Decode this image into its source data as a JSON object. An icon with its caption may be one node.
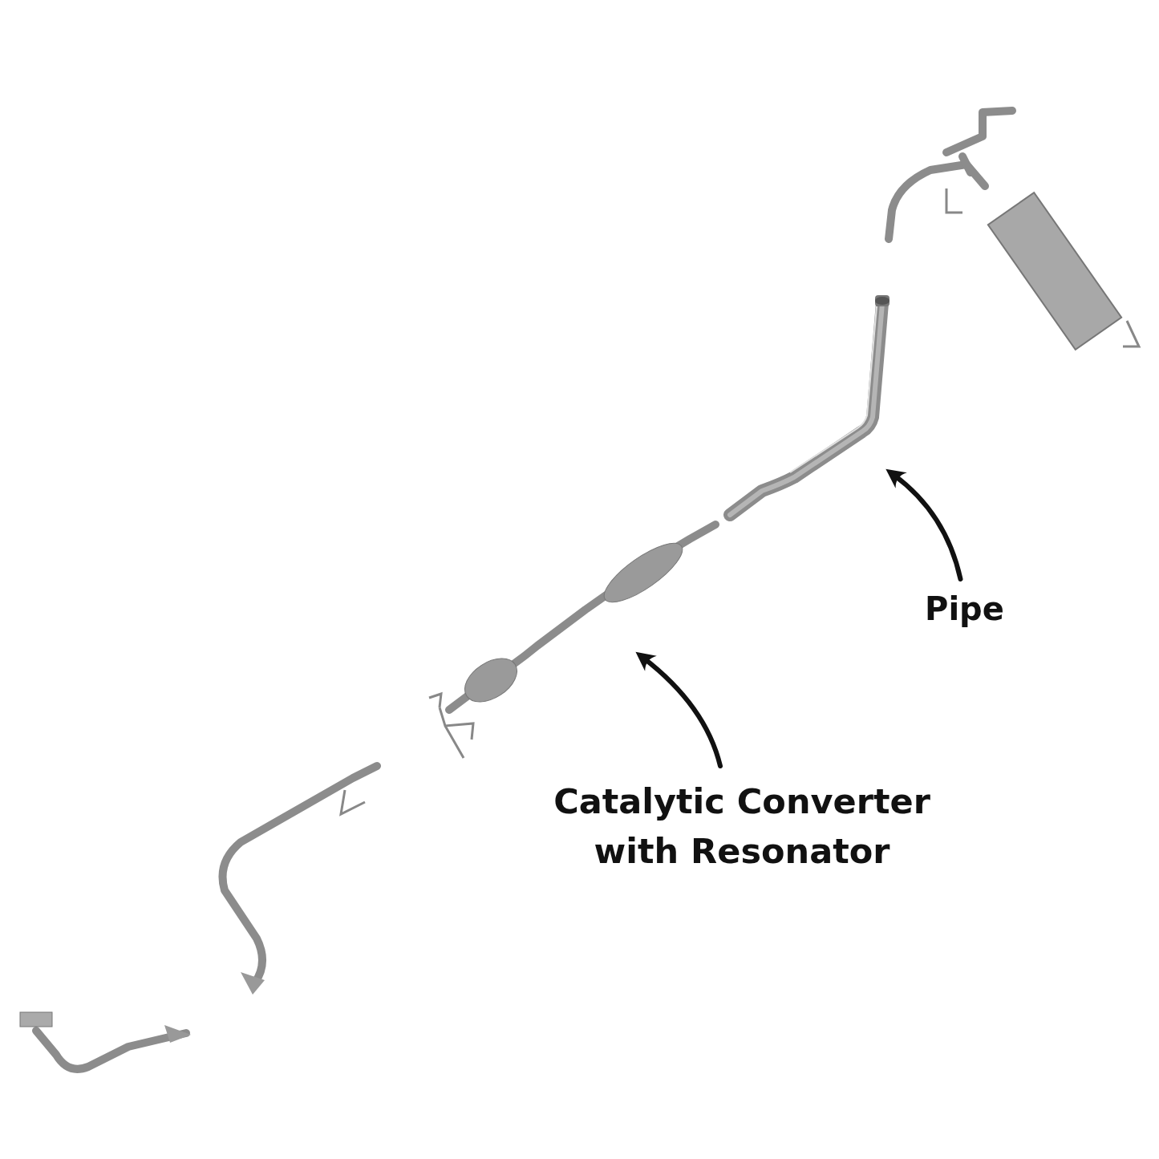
{
  "diagram": {
    "nodes": [
      {
        "text": [],
        "shape": "picture"
      },
      {
        "text": [],
        "shape": "picture"
      },
      {
        "text": [
          "Pipe"
        ]
      },
      {
        "text": [
          "Catalytic Converter with Resonator"
        ]
      }
    ],
    "edges": [
      {
        "from": 2,
        "to": 0,
        "arrow": "to"
      },
      {
        "from": 3,
        "to": 1,
        "arrow": "to"
      }
    ]
  }
}
